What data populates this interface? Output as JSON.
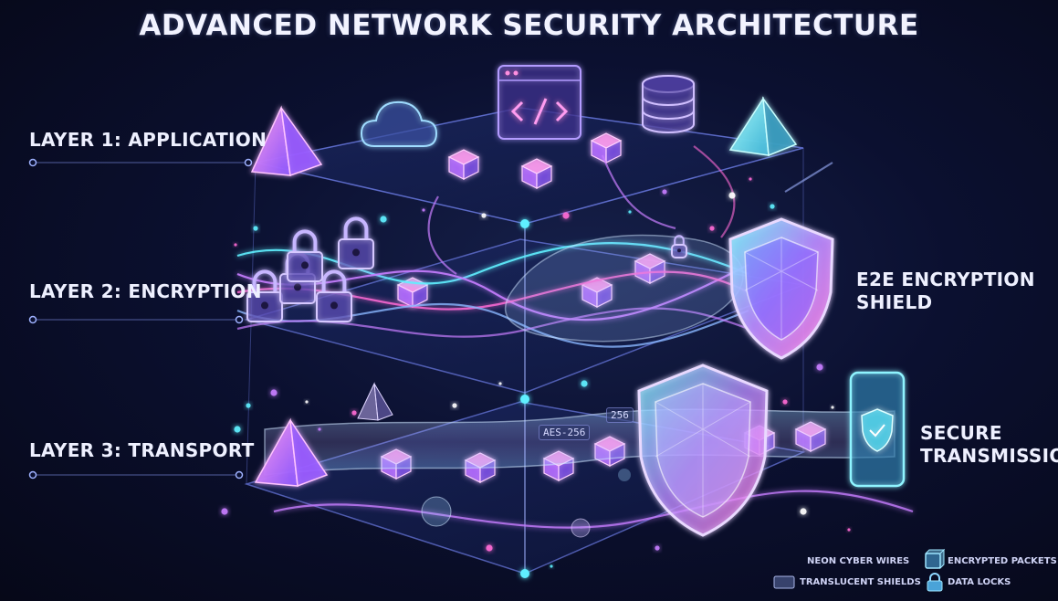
{
  "title": "ADVANCED NETWORK SECURITY ARCHITECTURE",
  "layers": [
    {
      "label": "LAYER 1: APPLICATION"
    },
    {
      "label": "LAYER 2: ENCRYPTION"
    },
    {
      "label": "LAYER 3: TRANSPORT"
    }
  ],
  "side_labels": {
    "shield": [
      "E2E ENCRYPTION",
      "SHIELD"
    ],
    "transmission": [
      "SECURE",
      "TRANSMISSION"
    ]
  },
  "chips": {
    "aes": "AES-256",
    "bits": "256"
  },
  "legend": [
    {
      "label": "NEON CYBER WIRES",
      "icon": "wire-line"
    },
    {
      "label": "ENCRYPTED PACKETS",
      "icon": "packet-cube"
    },
    {
      "label": "TRANSLUCENT SHIELDS",
      "icon": "shield-swatch"
    },
    {
      "label": "DATA LOCKS",
      "icon": "lock-icon"
    }
  ],
  "colors": {
    "background": "#07091c",
    "neon_purple": "#c77dff",
    "neon_cyan": "#5ff0ff",
    "neon_pink": "#ff6ad5",
    "panel_blue": "#2a3a7a"
  },
  "icons": [
    "cloud-icon",
    "code-window-icon",
    "database-icon",
    "pyramid-icon",
    "padlock-icon",
    "shield-icon",
    "phone-shield-icon",
    "cube-icon"
  ]
}
